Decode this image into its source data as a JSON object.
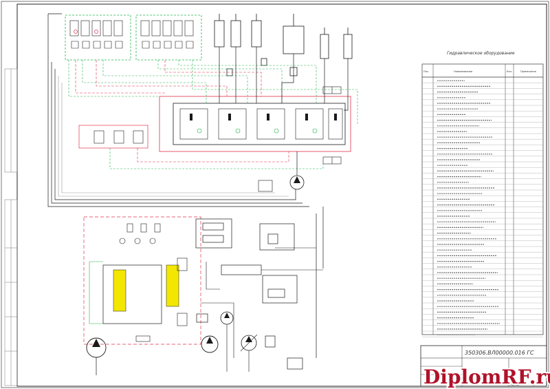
{
  "drawing": {
    "table_title": "Гидравлическое оборудование",
    "table_headers": [
      "Поз.",
      "Наименование",
      "Кол.",
      "Примечание"
    ],
    "stamp_designation": "350306.ВЛ00000.016 ГС",
    "stamp_sheet_label": "Листов",
    "stamp_sheet_number": "1"
  },
  "watermark": {
    "text": "DiplomRF.ru",
    "brand_color": "#b0122a"
  },
  "colors": {
    "line_black": "#1a1a1a",
    "line_green": "#22b14c",
    "line_red": "#e0304a",
    "line_gray": "#9a9a9a"
  }
}
